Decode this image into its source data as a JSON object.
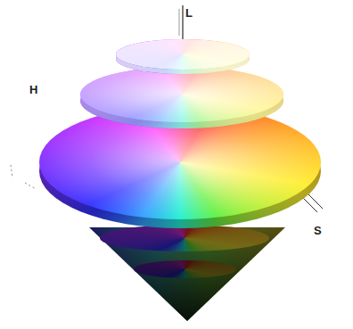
{
  "diagram": {
    "labels": [
      "L",
      "H",
      "S"
    ]
  }
}
